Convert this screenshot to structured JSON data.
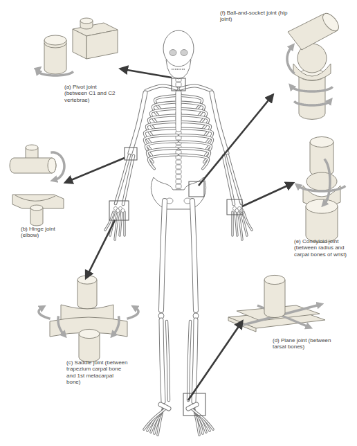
{
  "diagram": {
    "labels": [
      "(a) Pivot joint (between C1 and C2 vertebrae)",
      "(b) Hinge joint (elbow)",
      "(c) Saddle joint (between trapezium carpal bone and 1st metacarpal bone)",
      "(d) Plane joint (between tarsal bones)",
      "(e) Condyloid joint (between radius and carpal bones of wrist)",
      "(f) Ball-and-socket joint (hip joint)"
    ]
  }
}
